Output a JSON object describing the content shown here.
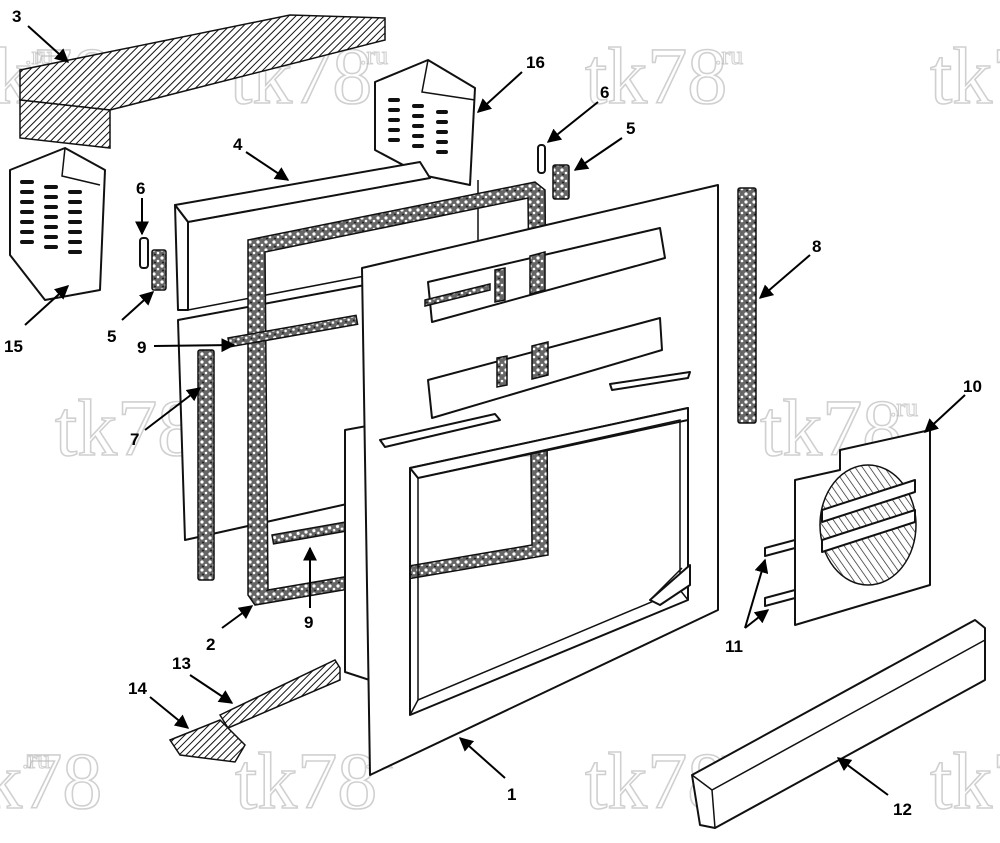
{
  "diagram": {
    "watermark_text": "tk78",
    "watermark_suffix": ".ru",
    "callouts": [
      {
        "id": "c3",
        "label": "3"
      },
      {
        "id": "c16",
        "label": "16"
      },
      {
        "id": "c6a",
        "label": "6"
      },
      {
        "id": "c5a",
        "label": "5"
      },
      {
        "id": "c4",
        "label": "4"
      },
      {
        "id": "c6b",
        "label": "6"
      },
      {
        "id": "c15",
        "label": "15"
      },
      {
        "id": "c5b",
        "label": "5"
      },
      {
        "id": "c9a",
        "label": "9"
      },
      {
        "id": "c7",
        "label": "7"
      },
      {
        "id": "c8",
        "label": "8"
      },
      {
        "id": "c10",
        "label": "10"
      },
      {
        "id": "c9b",
        "label": "9"
      },
      {
        "id": "c2",
        "label": "2"
      },
      {
        "id": "c11",
        "label": "11"
      },
      {
        "id": "c13",
        "label": "13"
      },
      {
        "id": "c14",
        "label": "14"
      },
      {
        "id": "c1",
        "label": "1"
      },
      {
        "id": "c12",
        "label": "12"
      }
    ]
  },
  "colors": {
    "line": "#111111",
    "watermark": "#b8b8b8",
    "background": "#ffffff"
  }
}
